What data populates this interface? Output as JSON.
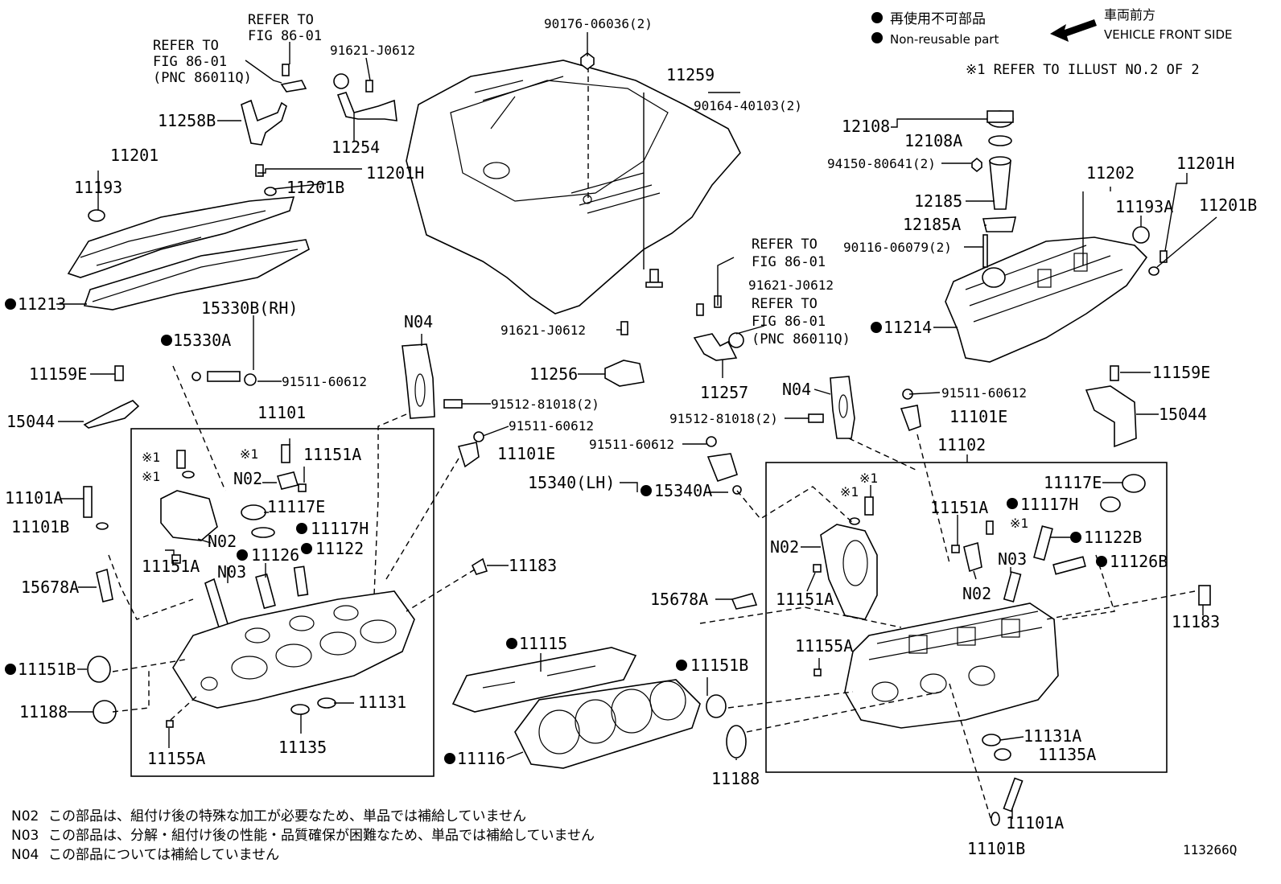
{
  "legend": {
    "jp": "再使用不可部品",
    "en": "Non-reusable part",
    "front_jp": "車両前方",
    "front_en": "VEHICLE FRONT SIDE",
    "ref_note": "※1 REFER TO ILLUST NO.2 OF 2"
  },
  "figure_id": "113266Q",
  "notes": [
    {
      "code": "N02",
      "text": "この部品は、組付け後の特殊な加工が必要なため、単品では補給していません"
    },
    {
      "code": "N03",
      "text": "この部品は、分解・組付け後の性能・品質確保が困難なため、単品では補給していません"
    },
    {
      "code": "N04",
      "text": "この部品については補給していません"
    }
  ],
  "refs": {
    "refer_to": "REFER TO",
    "fig": "FIG 86-01",
    "pnc": "(PNC 86011Q)",
    "star1": "※1"
  },
  "labels": {
    "p90176": "90176-06036(2)",
    "p11259": "11259",
    "p90164": "90164-40103(2)",
    "p91621a": "91621-J0612",
    "p91621b": "91621-J0612",
    "p91621c": "91621-J0612",
    "p11258B": "11258B",
    "p11254": "11254",
    "p11201": "11201",
    "p11193": "11193",
    "p11201B": "11201B",
    "p11201H": "11201H",
    "p11213": "11213",
    "p15330B": "15330B(RH)",
    "p15330A": "15330A",
    "p91511a": "91511-60612",
    "p91511b": "91511-60612",
    "p91511c": "91511-60612",
    "p91511d": "91511-60612",
    "p11159E_l": "11159E",
    "p15044_l": "15044",
    "p11101": "11101",
    "p11151A_1": "11151A",
    "p11151A_2": "11151A",
    "p11151A_3": "11151A",
    "p11151A_4": "11151A",
    "p11117E_l": "11117E",
    "p11117H_l": "11117H",
    "p11126_l": "11126",
    "p11122_l": "11122",
    "p11101A_l": "11101A",
    "p11101B_l": "11101B",
    "p15678A_l": "15678A",
    "p11151B_l": "11151B",
    "p11188_l": "11188",
    "p11155A_l": "11155A",
    "p11135_l": "11135",
    "p11131_l": "11131",
    "pN02_1": "N02",
    "pN02_2": "N02",
    "pN02_3": "N02",
    "pN02_4": "N02",
    "pN03_1": "N03",
    "pN03_2": "N03",
    "pN04_1": "N04",
    "pN04_2": "N04",
    "p91512a": "91512-81018(2)",
    "p91512b": "91512-81018(2)",
    "p11101E_l": "11101E",
    "p11101E_r": "11101E",
    "p11183_l": "11183",
    "p11115": "11115",
    "p11116": "11116",
    "p11256": "11256",
    "p11257": "11257",
    "p15340": "15340(LH)",
    "p15340A": "15340A",
    "p15678A_r": "15678A",
    "p11151B_r": "11151B",
    "p11188_r": "11188",
    "p11155A_r": "11155A",
    "p11102": "11102",
    "p11117E_r": "11117E",
    "p11117H_r": "11117H",
    "p11122B": "11122B",
    "p11126B": "11126B",
    "p11183_r": "11183",
    "p11131A": "11131A",
    "p11135A": "11135A",
    "p11101A_r": "11101A",
    "p11101B_r": "11101B",
    "p12108": "12108",
    "p12108A": "12108A",
    "p94150": "94150-80641(2)",
    "p12185": "12185",
    "p12185A": "12185A",
    "p90116": "90116-06079(2)",
    "p11202": "11202",
    "p11193A": "11193A",
    "p11201H_r": "11201H",
    "p11201B_r": "11201B",
    "p11214": "11214",
    "p11159E_r": "11159E",
    "p15044_r": "15044"
  }
}
